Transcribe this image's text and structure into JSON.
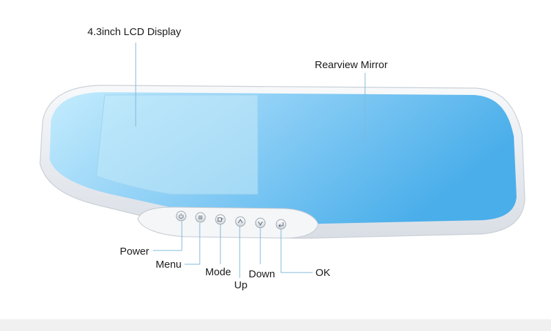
{
  "callouts": {
    "lcd_display": "4.3inch LCD Display",
    "rearview_mirror": "Rearview Mirror"
  },
  "buttons": [
    {
      "key": "power",
      "label": "Power",
      "icon": "power-icon"
    },
    {
      "key": "menu",
      "label": "Menu",
      "icon": "menu-icon"
    },
    {
      "key": "mode",
      "label": "Mode",
      "icon": "mode-icon"
    },
    {
      "key": "up",
      "label": "Up",
      "icon": "up-arrow-icon"
    },
    {
      "key": "down",
      "label": "Down",
      "icon": "down-arrow-icon"
    },
    {
      "key": "ok",
      "label": "OK",
      "icon": "ok-return-icon"
    }
  ],
  "colors": {
    "mirror_blue": "#4fb3ec",
    "mirror_light": "#cfeefd",
    "screen": "#a8dcf6",
    "frame": "#e6eaef",
    "leader_line": "#7fb8d8"
  }
}
